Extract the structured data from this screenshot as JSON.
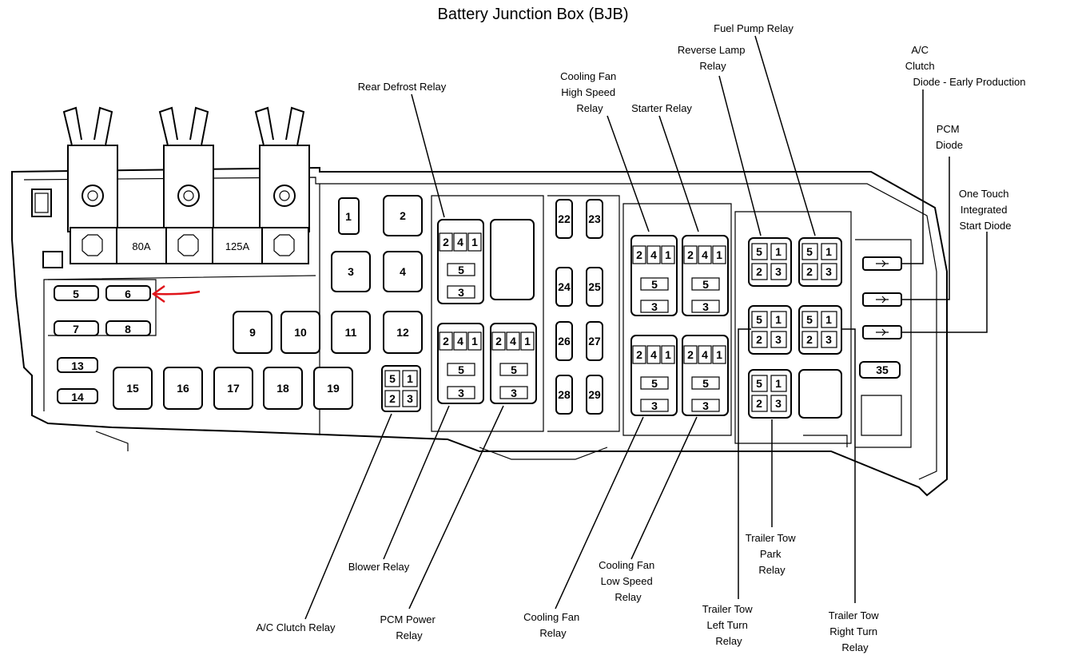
{
  "title": "Battery Junction Box (BJB)",
  "arrow_color": "#e0141a",
  "mega_fuses": [
    "80A",
    "125A"
  ],
  "fuses": [
    "1",
    "5",
    "6",
    "7",
    "8",
    "13",
    "14",
    "22",
    "23",
    "24",
    "25",
    "26",
    "27",
    "28",
    "29",
    "35"
  ],
  "cartridge_fuses": [
    "2",
    "3",
    "4",
    "9",
    "10",
    "11",
    "12",
    "15",
    "16",
    "17",
    "18",
    "19"
  ],
  "relay_pins": {
    "a": "2",
    "b": "4",
    "c": "1",
    "d": "5",
    "e": "3"
  },
  "callouts": {
    "rear_defrost_relay": [
      "Rear Defrost Relay"
    ],
    "cooling_fan_high_speed_relay": [
      "Cooling Fan",
      "High Speed",
      "Relay"
    ],
    "starter_relay": [
      "Starter Relay"
    ],
    "reverse_lamp_relay": [
      "Reverse Lamp",
      "Relay"
    ],
    "fuel_pump_relay": [
      "Fuel Pump Relay"
    ],
    "ac_clutch_diode": [
      "A/C",
      "Clutch",
      "Diode - Early Production"
    ],
    "pcm_diode": [
      "PCM",
      "Diode"
    ],
    "one_touch_integrated_start_diode": [
      "One Touch",
      "Integrated",
      "Start Diode"
    ],
    "ac_clutch_relay": [
      "A/C Clutch Relay"
    ],
    "blower_relay": [
      "Blower Relay"
    ],
    "pcm_power_relay": [
      "PCM Power",
      "Relay"
    ],
    "cooling_fan_relay": [
      "Cooling Fan",
      "Relay"
    ],
    "cooling_fan_low_speed_relay": [
      "Cooling Fan",
      "Low Speed",
      "Relay"
    ],
    "trailer_tow_park_relay": [
      "Trailer Tow",
      "Park",
      "Relay"
    ],
    "trailer_tow_left_turn_relay": [
      "Trailer Tow",
      "Left Turn",
      "Relay"
    ],
    "trailer_tow_right_turn_relay": [
      "Trailer Tow",
      "Right Turn",
      "Relay"
    ]
  }
}
